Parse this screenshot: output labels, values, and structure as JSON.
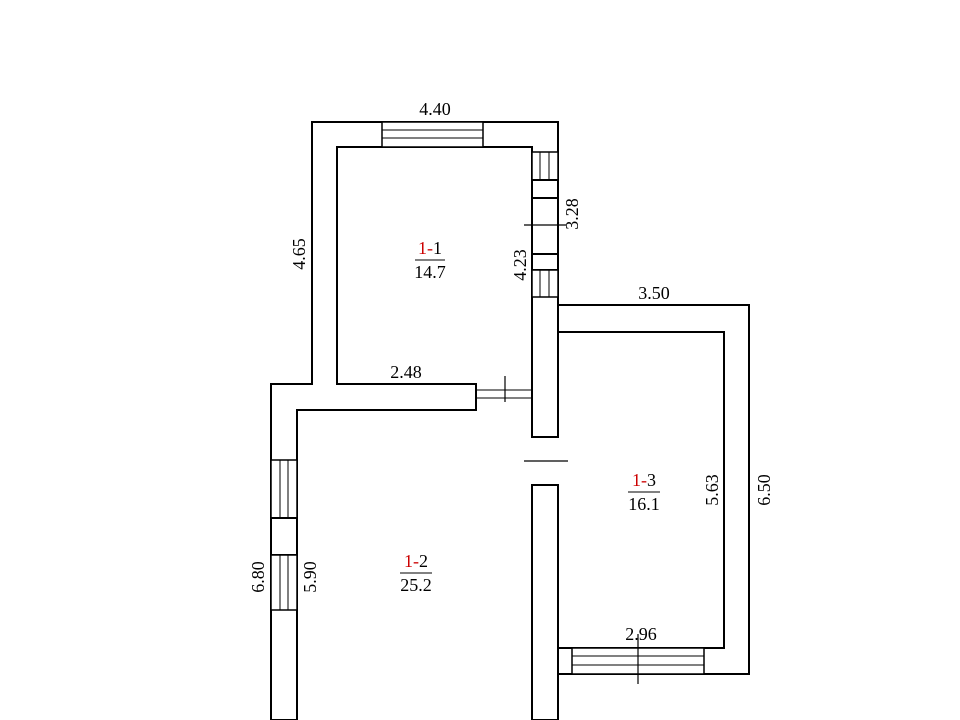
{
  "plan": {
    "accent_color": "#cc0000",
    "rooms": [
      {
        "prefix": "1-",
        "number": "1",
        "area": "14.7"
      },
      {
        "prefix": "1-",
        "number": "2",
        "area": "25.2"
      },
      {
        "prefix": "1-",
        "number": "3",
        "area": "16.1"
      }
    ],
    "dimensions": {
      "room1_width": "4.40",
      "room1_outer_height": "4.65",
      "room1_inner_height": "4.23",
      "room1_window_span": "3.28",
      "room1_partition": "2.48",
      "room3_outer_width": "3.50",
      "room3_outer_height": "6.50",
      "room3_inner_height": "5.63",
      "room3_inner_width": "2.96",
      "room2_outer_height": "6.80",
      "room2_inner_height": "5.90"
    }
  }
}
